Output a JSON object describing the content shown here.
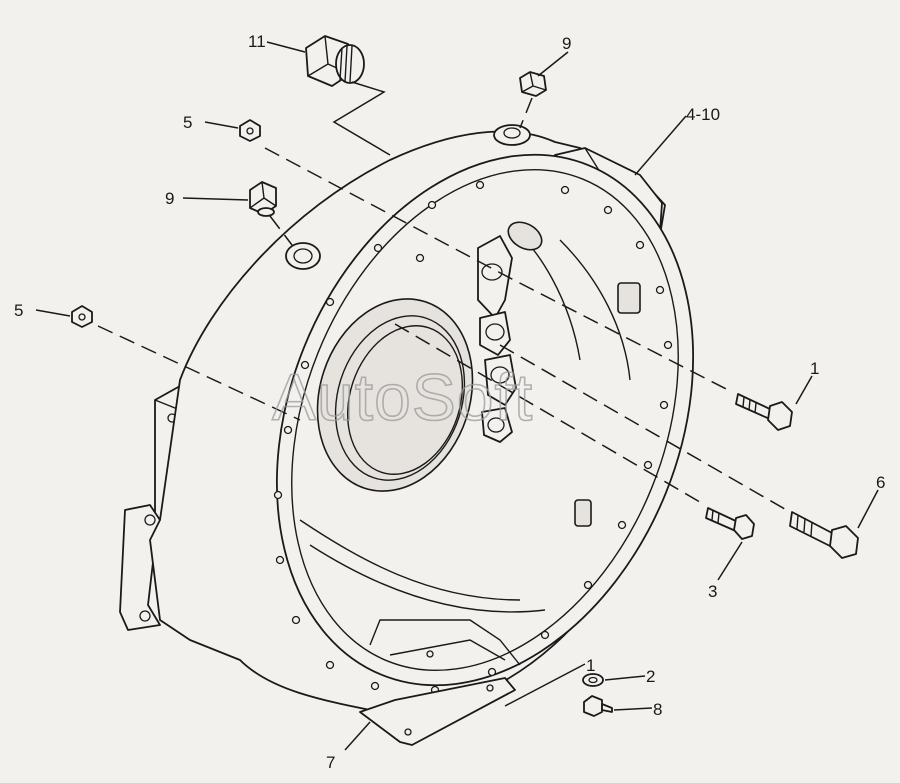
{
  "watermark": "AutoSoft",
  "callouts": {
    "plug_11": "11",
    "plug_9_top": "9",
    "housing_4_10": "4-10",
    "fitting_5_upper": "5",
    "plug_9_left": "9",
    "fitting_5_lower": "5",
    "bolt_1_right": "1",
    "bolt_6": "6",
    "bolt_3": "3",
    "bolt_1_bottom": "1",
    "washer_2": "2",
    "bolt_8": "8",
    "plate_7": "7"
  }
}
